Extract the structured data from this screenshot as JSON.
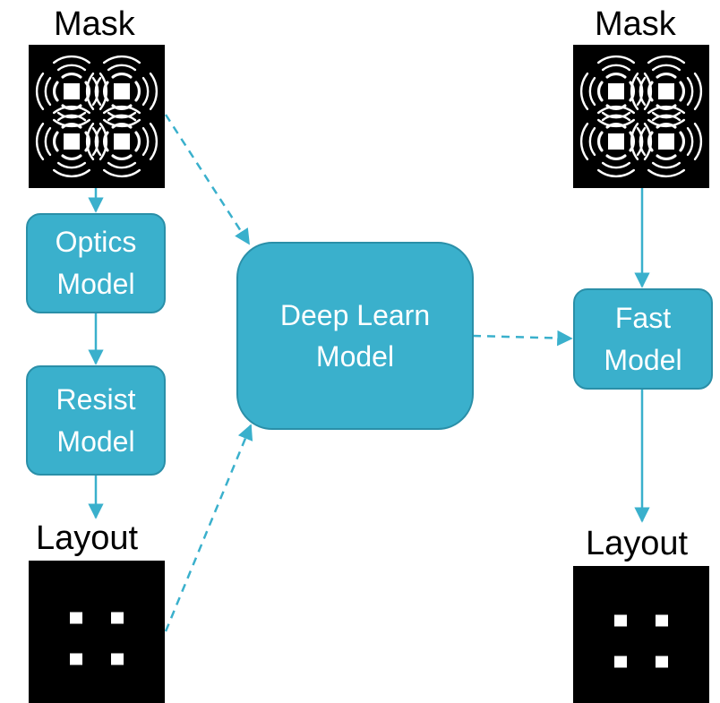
{
  "labels": {
    "mask_left": "Mask",
    "mask_right": "Mask",
    "layout_left": "Layout",
    "layout_right": "Layout"
  },
  "boxes": {
    "optics": [
      "Optics",
      "Model"
    ],
    "resist": [
      "Resist",
      "Model"
    ],
    "deep": [
      "Deep Learn",
      "Model"
    ],
    "fast": [
      "Fast",
      "Model"
    ]
  },
  "colors": {
    "box_fill": "#3ab0cc",
    "box_border": "#2a8fa8",
    "arrow": "#3ab0cc",
    "image_bg": "#000000",
    "image_fg": "#ffffff"
  },
  "icons": {
    "mask_image": "mask-pattern-icon",
    "layout_image": "layout-pattern-icon"
  }
}
